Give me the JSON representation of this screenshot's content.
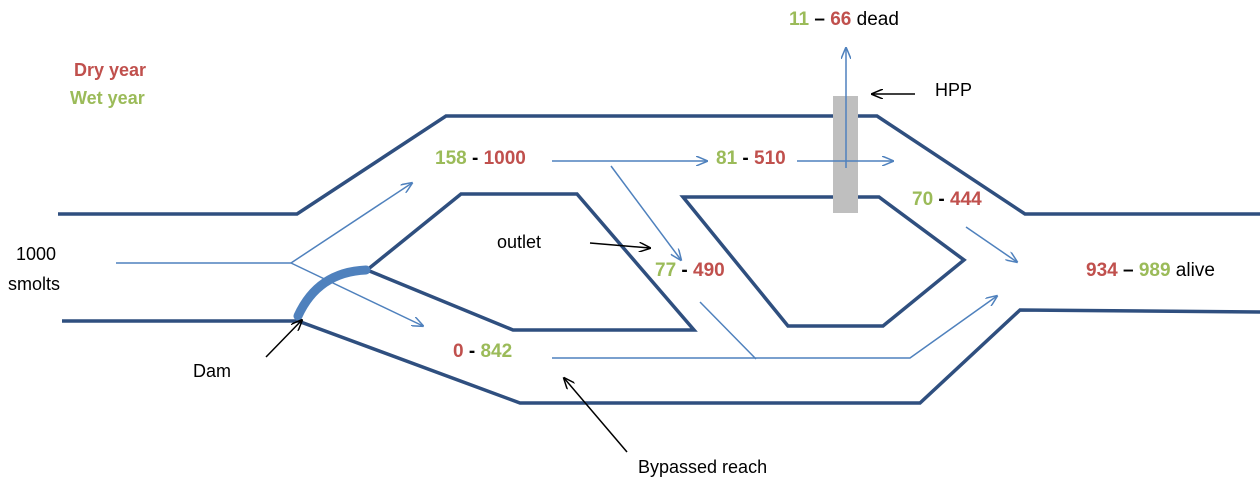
{
  "colors": {
    "dry": "#c0504d",
    "wet": "#9bbb59",
    "river": "#2f4f7f",
    "flow": "#4f81bd",
    "hpp": "#bfbfbf"
  },
  "legend": {
    "dry": "Dry year",
    "wet": "Wet year"
  },
  "labels": {
    "start_count": "1000",
    "start_unit": "smolts",
    "dam": "Dam",
    "outlet": "outlet",
    "hpp": "HPP",
    "bypassed": "Bypassed reach"
  },
  "flows": {
    "upper_left": {
      "wet": "158",
      "sep": " - ",
      "dry": "1000"
    },
    "upper_mid": {
      "wet": "81",
      "sep": " - ",
      "dry": "510"
    },
    "outlet": {
      "wet": "77",
      "sep": " - ",
      "dry": "490"
    },
    "hpp_out": {
      "wet": "70",
      "sep": " - ",
      "dry": "444"
    },
    "bypass": {
      "dry": "0",
      "sep": " - ",
      "wet": "842"
    },
    "dead": {
      "wet": "11",
      "sep": " – ",
      "dry": "66",
      "suffix": " dead"
    },
    "alive": {
      "dry": "934",
      "sep": " – ",
      "wet": "989",
      "suffix": " alive"
    }
  }
}
